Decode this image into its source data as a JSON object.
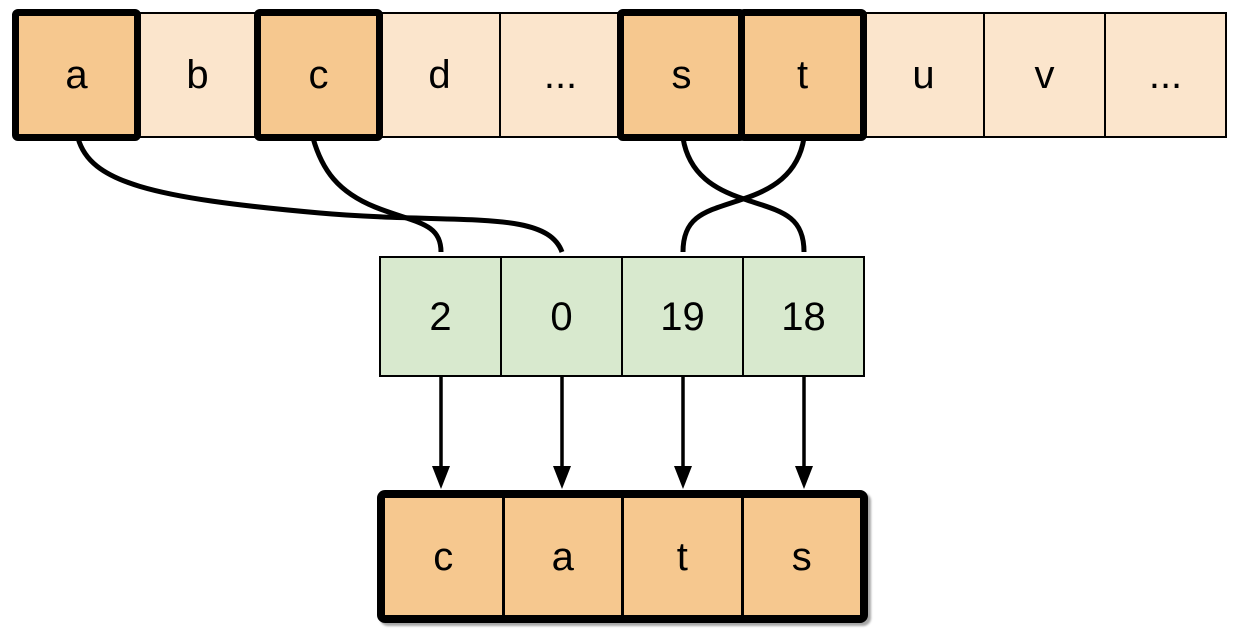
{
  "colors": {
    "background": "#ffffff",
    "cell_light": "#fbe5cc",
    "cell_highlight": "#f6c88f",
    "cell_index": "#d8e9ce",
    "stroke": "#000000"
  },
  "alphabet_row": {
    "cells": [
      {
        "label": "a",
        "highlighted": true
      },
      {
        "label": "b",
        "highlighted": false
      },
      {
        "label": "c",
        "highlighted": true
      },
      {
        "label": "d",
        "highlighted": false
      },
      {
        "label": "...",
        "highlighted": false
      },
      {
        "label": "s",
        "highlighted": true
      },
      {
        "label": "t",
        "highlighted": true
      },
      {
        "label": "u",
        "highlighted": false
      },
      {
        "label": "v",
        "highlighted": false
      },
      {
        "label": "...",
        "highlighted": false
      }
    ]
  },
  "index_row": {
    "cells": [
      {
        "value": "2"
      },
      {
        "value": "0"
      },
      {
        "value": "19"
      },
      {
        "value": "18"
      }
    ]
  },
  "output_row": {
    "word": "cats",
    "cells": [
      {
        "label": "c"
      },
      {
        "label": "a"
      },
      {
        "label": "t"
      },
      {
        "label": "s"
      }
    ]
  },
  "connections": {
    "curves": [
      {
        "from": "alphabet.a",
        "to": "index.cell.0"
      },
      {
        "from": "alphabet.c",
        "to": "index.cell.2"
      },
      {
        "from": "alphabet.s",
        "to": "index.cell.18"
      },
      {
        "from": "alphabet.t",
        "to": "index.cell.19"
      }
    ],
    "arrows": [
      {
        "from": "index.cell.2",
        "to": "output.c"
      },
      {
        "from": "index.cell.0",
        "to": "output.a"
      },
      {
        "from": "index.cell.19",
        "to": "output.t"
      },
      {
        "from": "index.cell.18",
        "to": "output.s"
      }
    ]
  }
}
